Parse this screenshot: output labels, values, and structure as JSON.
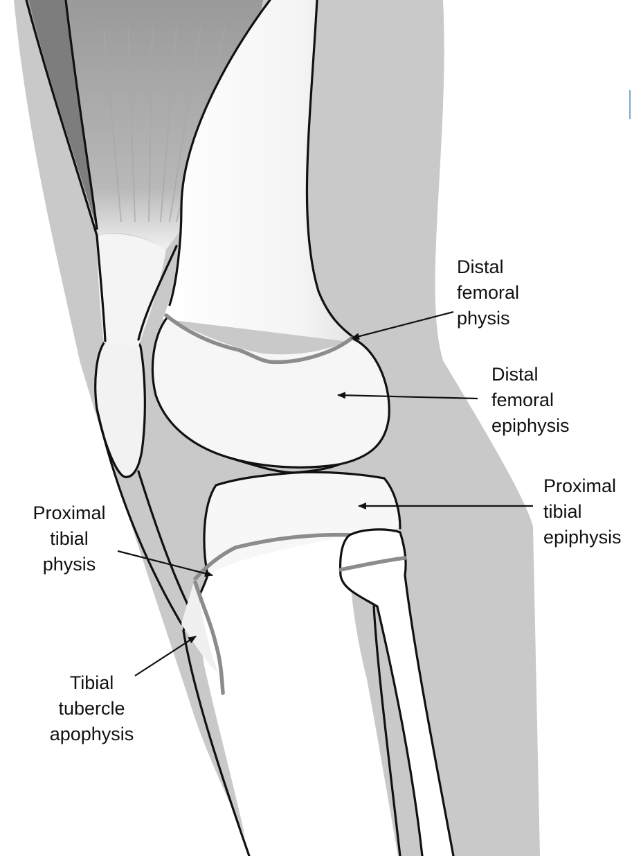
{
  "labels": {
    "distal_femoral_physis": "Distal\nfemoral\nphysis",
    "distal_femoral_epiphysis": "Distal\nfemoral\nepiphysis",
    "proximal_tibial_epiphysis": "Proximal\ntibial\nepiphysis",
    "proximal_tibial_physis": "Proximal\ntibial\nphysis",
    "tibial_tubercle_apophysis": "Tibial\ntubercle\napophysis"
  },
  "colors": {
    "soft_tissue": "#c8c8c8",
    "quadriceps_dark": "#8a8a8a",
    "bone": "#ffffff",
    "bone_shade": "#e6e6e6",
    "outline": "#111111",
    "physis": "#8c8c8c"
  }
}
